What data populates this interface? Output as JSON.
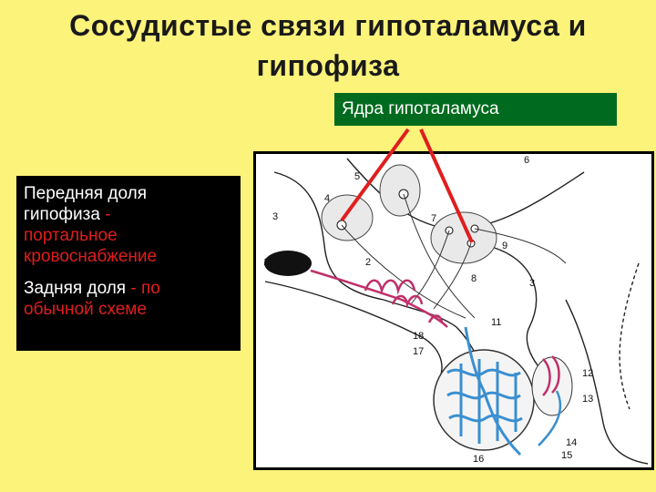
{
  "slide": {
    "title_line1": "Сосудистые связи гипоталамуса и",
    "title_line2": "гипофиза",
    "nuclei_label": "Ядра гипоталамуса",
    "anterior": {
      "line1": "Передняя доля",
      "line2a": "гипофиза ",
      "line2b": "-",
      "line3": "портальное",
      "line4": "кровоснабжение"
    },
    "posterior": {
      "line1a": "Задняя доля ",
      "line1b": "- по",
      "line2": "обычной схеме"
    }
  },
  "figure": {
    "numbers": [
      "1",
      "2",
      "3",
      "4",
      "5",
      "6",
      "7",
      "8",
      "9",
      "11",
      "3",
      "12",
      "13",
      "14",
      "15",
      "16",
      "17",
      "18"
    ]
  },
  "colors": {
    "background": "#fcf37a",
    "label_box": "#006b1e",
    "arrow": "#e01e1e",
    "portal_vessels": "#c0306a",
    "veins": "#3a8fd0"
  }
}
